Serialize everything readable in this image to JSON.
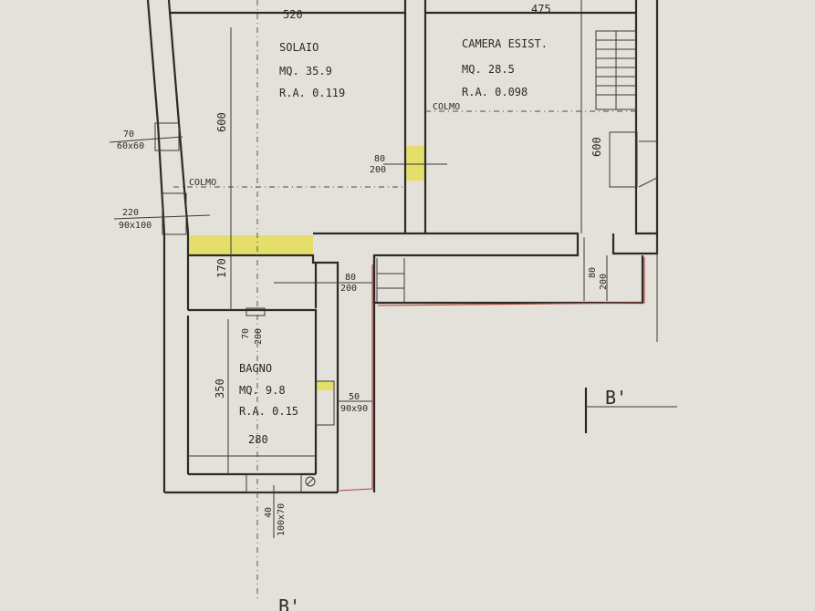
{
  "colors": {
    "paper": "#e4e1da",
    "ink": "#2b2a28",
    "highlight": "#e3df6a",
    "red_line": "#b0453a"
  },
  "rooms": {
    "solaio": {
      "name": "SOLAIO",
      "area": "MQ. 35.9",
      "ra": "R.A. 0.119"
    },
    "camera": {
      "name": "CAMERA ESIST.",
      "area": "MQ. 28.5",
      "ra": "R.A. 0.098"
    },
    "bagno": {
      "name": "BAGNO",
      "area": "MQ. 9.8",
      "ra": "R.A. 0.15"
    }
  },
  "dimensions": {
    "solaio_width": "520",
    "camera_width": "475",
    "solaio_depth": "600",
    "camera_depth": "600",
    "corridor_depth": "170",
    "bagno_depth": "350",
    "bagno_width": "280"
  },
  "openings": {
    "win_1": {
      "top": "70",
      "bottom": "60x60"
    },
    "win_2": {
      "top": "220",
      "bottom": "90x100"
    },
    "door_1": {
      "top": "80",
      "bottom": "200"
    },
    "door_2": {
      "top": "80",
      "bottom": "200"
    },
    "door_3": {
      "top": "80",
      "bottom": "200"
    },
    "door_4": {
      "top": "70",
      "bottom": "200"
    },
    "win_3": {
      "top": "50",
      "bottom": "90x90"
    },
    "win_4": {
      "top": "40",
      "bottom": "100x70"
    }
  },
  "annotations": {
    "colmo_1": "COLMO",
    "colmo_2": "COLMO",
    "section_right": "B'",
    "section_bottom": "B'"
  }
}
